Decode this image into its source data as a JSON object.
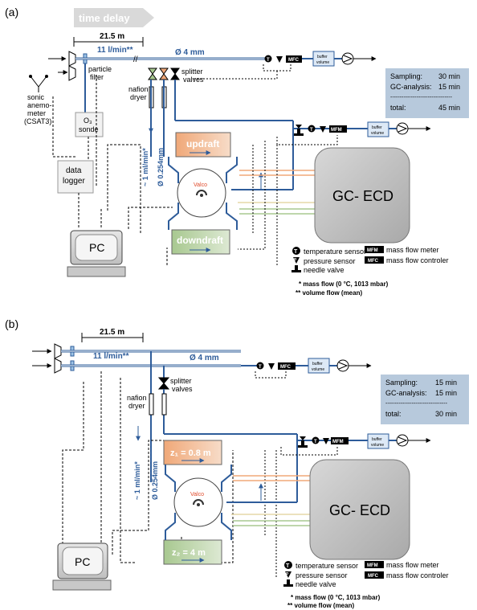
{
  "panel_a": {
    "label": "(a)",
    "time_delay": "time delay",
    "distance": "21.5 m",
    "inlet_flow": "11  l/min**",
    "tube_diameter": "Ø 4 mm",
    "particle_filter_1": "particle",
    "particle_filter_2": "filter",
    "splitter_1": "splitter",
    "splitter_2": "valves",
    "nafion_1": "nafion",
    "nafion_2": "dryer",
    "sonic_1": "sonic",
    "sonic_2": "anemo-",
    "sonic_3": "meter",
    "sonic_4": "(CSAT3)",
    "o3_1": "O₃",
    "o3_2": "sonde",
    "logger_1": "data",
    "logger_2": "logger",
    "pc": "PC",
    "gc": "GC- ECD",
    "updraft": "updraft",
    "downdraft": "downdraft",
    "valco": "Valco",
    "flow_ml": "~ 1 ml/min*",
    "diam_small": "Ø 0.254mm",
    "mfc": "MFC",
    "mfm": "MFM",
    "buffer_1": "buffer",
    "buffer_2": "volume",
    "timing": {
      "sampling_label": "Sampling:",
      "sampling_val": "30 min",
      "gc_label": "GC-analysis:",
      "gc_val": "15 min",
      "dashes": "---------------------------------",
      "total_label": "total:",
      "total_val": "45 min"
    },
    "legend": {
      "t_icon": "T",
      "p_icon": "P",
      "temp": "temperature sensor",
      "pressure": "pressure sensor",
      "needle": "needle valve",
      "mfm_key": "MFM",
      "mfm": "mass flow meter",
      "mfc_key": "MFC",
      "mfc": "mass flow controler",
      "note1": "*  mass flow  (0 °C, 1013 mbar)",
      "note2": "** volume flow (mean)"
    }
  },
  "panel_b": {
    "label": "(b)",
    "distance": "21.5 m",
    "inlet_flow": "11 l/min**",
    "tube_diameter": "Ø 4 mm",
    "splitter_1": "splitter",
    "splitter_2": "valves",
    "nafion_1": "nafion",
    "nafion_2": "dryer",
    "pc": "PC",
    "gc": "GC- ECD",
    "z1": "z₁ = 0.8 m",
    "z2": "z₂ = 4 m",
    "valco": "Valco",
    "flow_ml": "~ 1 ml/min*",
    "diam_small": "Ø 0.254mm",
    "mfc": "MFC",
    "mfm": "MFM",
    "buffer_1": "buffer",
    "buffer_2": "volume",
    "timing": {
      "sampling_label": "Sampling:",
      "sampling_val": "15 min",
      "gc_label": "GC-analysis:",
      "gc_val": "15 min",
      "dashes": "---------------------------------",
      "total_label": "total:",
      "total_val": "30 min"
    },
    "legend": {
      "t_icon": "T",
      "p_icon": "P",
      "temp": "temperature sensor",
      "pressure": "pressure sensor",
      "needle": "needle valve",
      "mfm_key": "MFM",
      "mfm": "mass flow meter",
      "mfc_key": "MFC",
      "mfc": "mass flow controler",
      "note1": "*  mass flow  (0 °C, 1013 mbar)",
      "note2": "** volume flow (mean)"
    }
  }
}
